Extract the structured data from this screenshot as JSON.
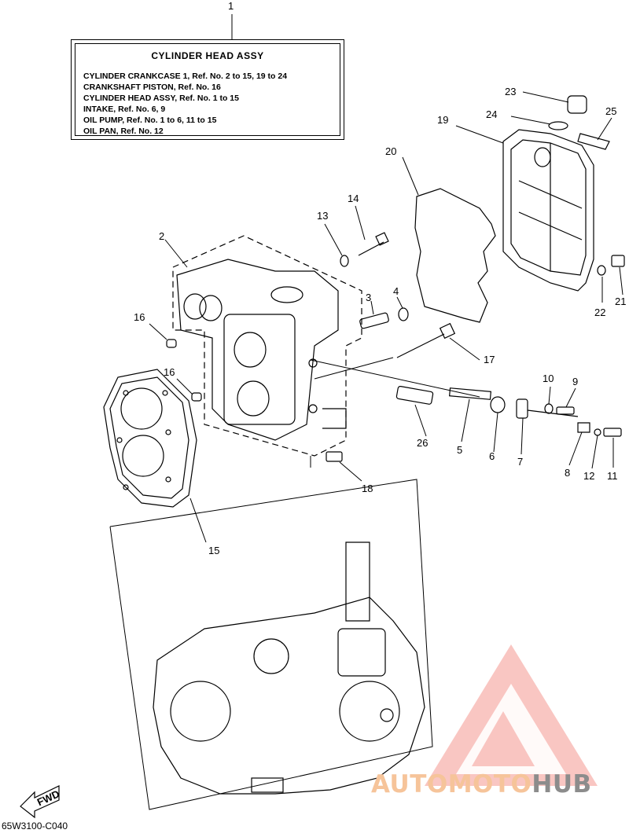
{
  "legend": {
    "title": "CYLINDER HEAD ASSY",
    "lines": [
      "CYLINDER CRANKCASE 1, Ref. No. 2 to 15, 19 to 24",
      "CRANKSHAFT PISTON, Ref. No. 16",
      "CYLINDER HEAD ASSY, Ref. No. 1 to 15",
      "INTAKE,      Ref. No. 6, 9",
      "OIL PUMP, Ref. No. 1 to 6, 11 to 15",
      "OIL PAN,    Ref. No. 12"
    ]
  },
  "callouts": [
    "1",
    "2",
    "3",
    "4",
    "5",
    "6",
    "7",
    "8",
    "9",
    "10",
    "11",
    "12",
    "13",
    "14",
    "15",
    "16",
    "16",
    "17",
    "18",
    "19",
    "20",
    "21",
    "22",
    "23",
    "24",
    "25",
    "26"
  ],
  "fwd_label": "FWD",
  "diagram_code": "65W3100-C040",
  "watermark": {
    "part1": "AUTOMOTO",
    "part2": "HUB",
    "color_logo": "#f28b82"
  }
}
